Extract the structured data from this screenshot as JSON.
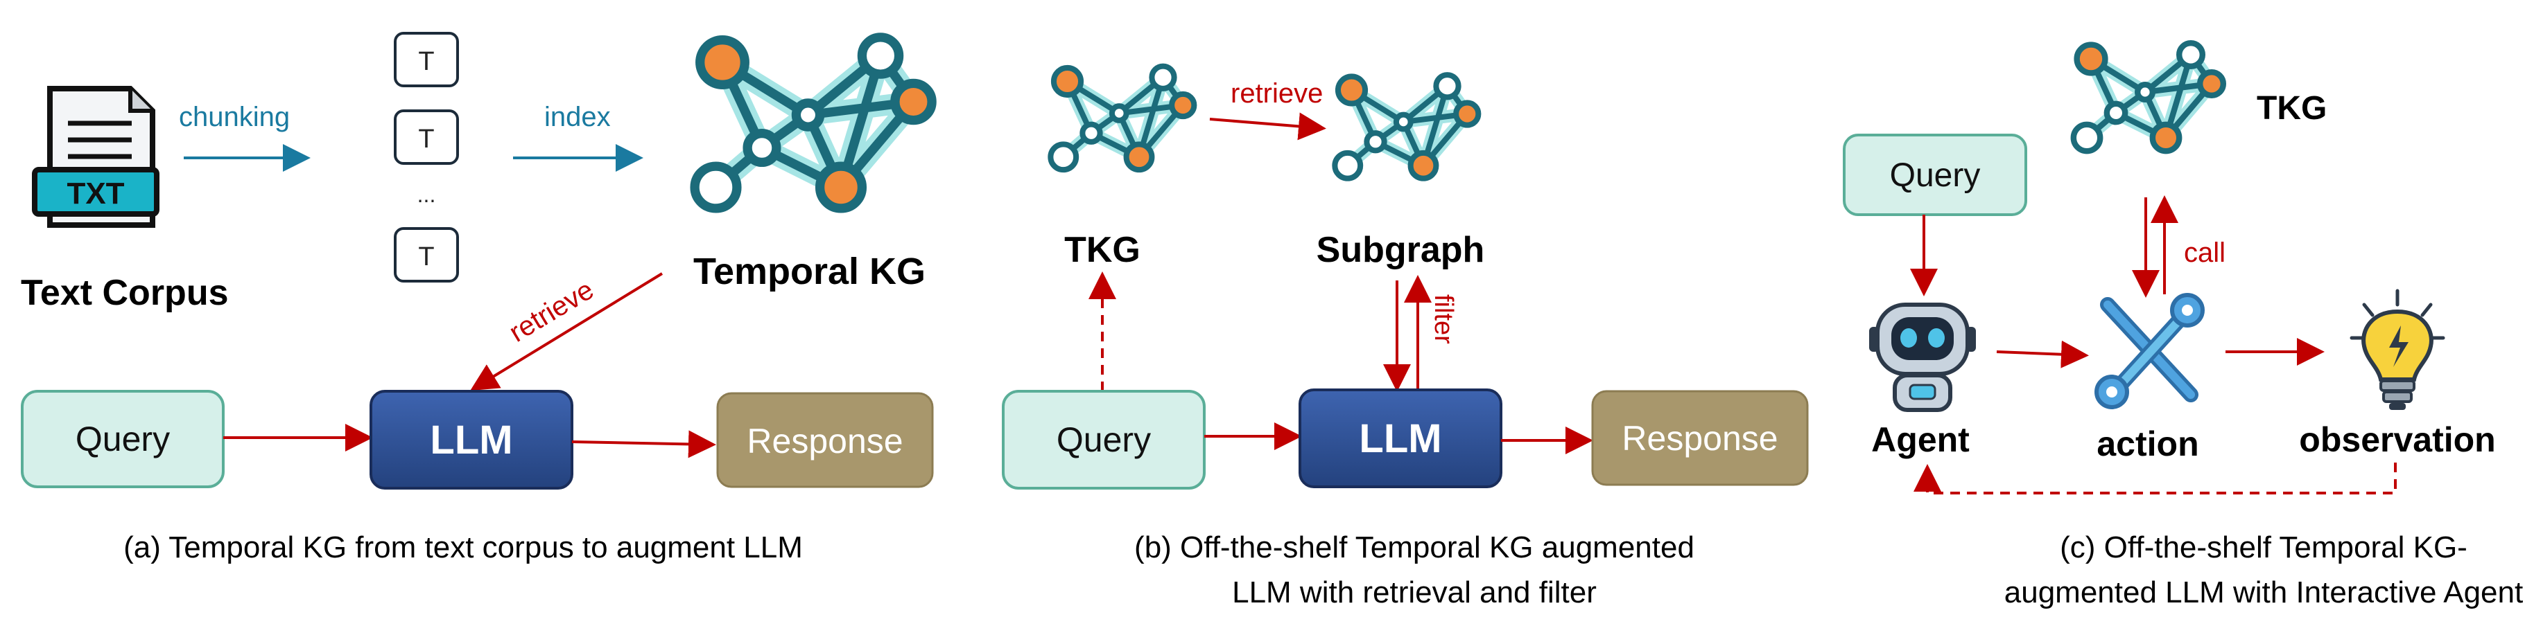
{
  "panel_a": {
    "text_corpus_label": "Text Corpus",
    "txt_icon_text": "TXT",
    "chunking_label": "chunking",
    "index_label": "index",
    "token_label": "T",
    "ellipsis": "...",
    "temporal_kg_label": "Temporal KG",
    "retrieve_label": "retrieve",
    "query_label": "Query",
    "llm_label": "LLM",
    "response_label": "Response",
    "caption": "(a) Temporal KG from text corpus to augment LLM"
  },
  "panel_b": {
    "tkg_label": "TKG",
    "retrieve_label": "retrieve",
    "subgraph_label": "Subgraph",
    "filter_label": "filter",
    "query_label": "Query",
    "llm_label": "LLM",
    "response_label": "Response",
    "caption_line1": "(b) Off-the-shelf Temporal KG augmented",
    "caption_line2": "LLM with retrieval and filter"
  },
  "panel_c": {
    "query_label": "Query",
    "tkg_label": "TKG",
    "call_label": "call",
    "agent_label": "Agent",
    "action_label": "action",
    "observation_label": "observation",
    "caption_line1": "(c) Off-the-shelf Temporal KG-",
    "caption_line2": "augmented LLM with Interactive Agent"
  },
  "colors": {
    "query_fill": "#d6f0ea",
    "query_stroke": "#5aae98",
    "llm_fill": "#2e4f94",
    "response_fill": "#a8976c",
    "arrow_red": "#c00000",
    "arrow_blue": "#1a7aa0",
    "graph_teal": "#1c6b7a",
    "graph_glow": "#5ccfd0",
    "node_orange": "#f08a3a"
  },
  "icons": [
    "txt-file-icon",
    "knowledge-graph-icon",
    "robot-icon",
    "tools-icon",
    "lightbulb-icon"
  ]
}
